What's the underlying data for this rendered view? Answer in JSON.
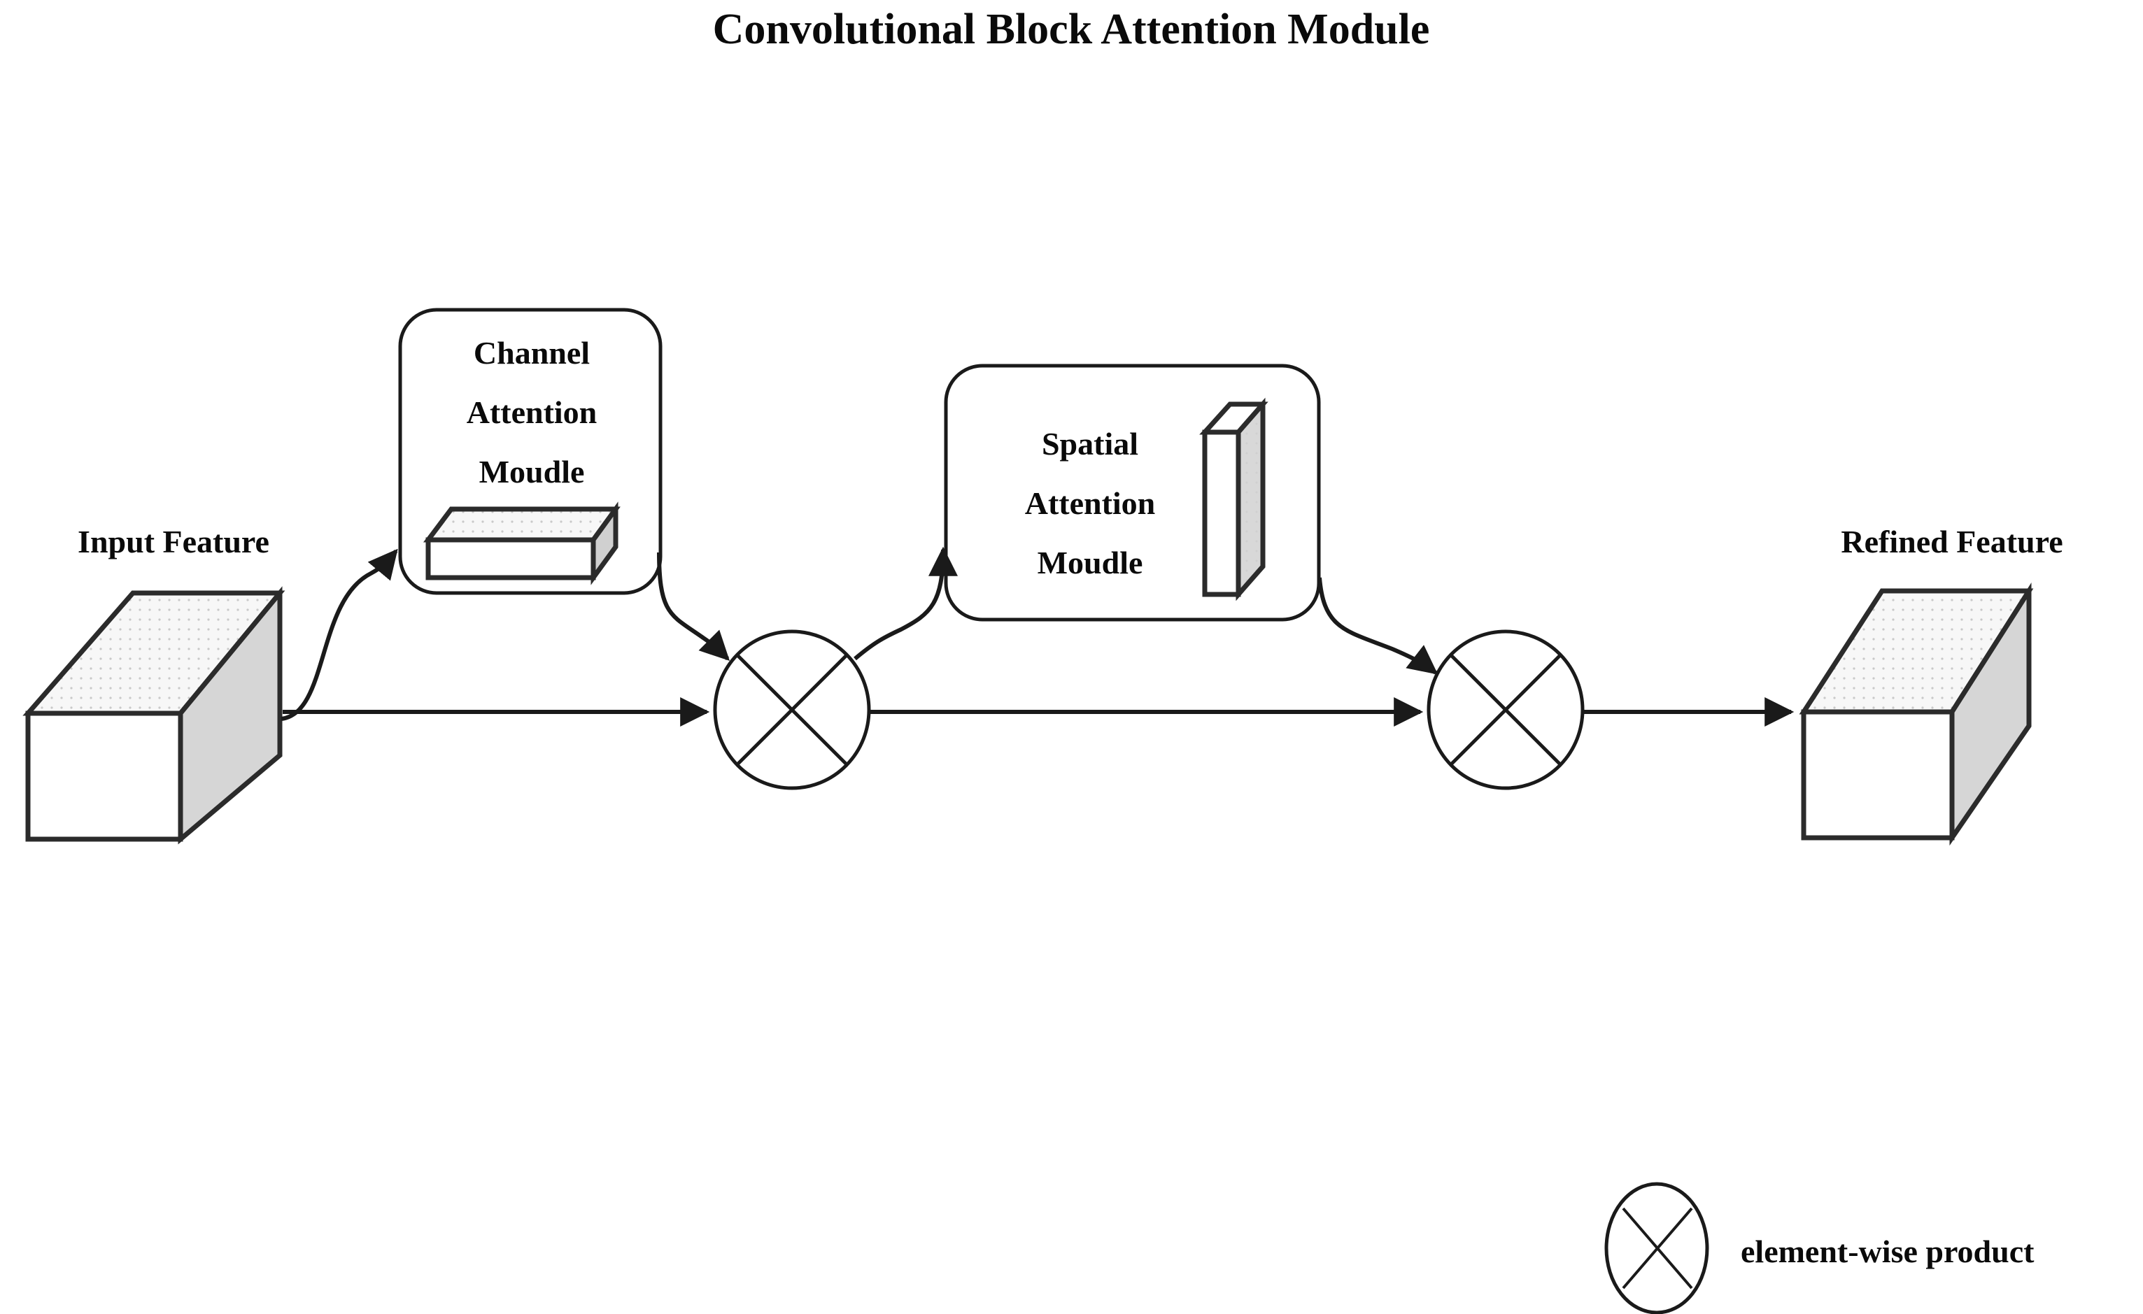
{
  "figure": {
    "title": "Convolutional Block Attention Module",
    "background_color": "#ffffff",
    "stroke_color": "#1a1a1a",
    "cube_front_fill": "#ffffff",
    "cube_top_fill": "#f4f4f4",
    "cube_side_fill": "#d6d6d6"
  },
  "nodes": {
    "input_feature": {
      "label": "Input Feature",
      "icon": "3d-cube"
    },
    "channel_module": {
      "line1": "Channel",
      "line2": "Attention",
      "line3": "Moudle",
      "icon": "3d-flat-slab"
    },
    "spatial_module": {
      "line1": "Spatial",
      "line2": "Attention",
      "line3": "Moudle",
      "icon": "3d-tall-slab"
    },
    "refined_feature": {
      "label": "Refined Feature",
      "icon": "3d-cube"
    },
    "multiply_1": {
      "symbol": "circle-x",
      "meaning": "element-wise product"
    },
    "multiply_2": {
      "symbol": "circle-x",
      "meaning": "element-wise product"
    }
  },
  "legend": {
    "symbol": "circle-x",
    "text": "element-wise product"
  },
  "edges": [
    {
      "from": "input_feature",
      "to": "channel_module",
      "style": "curved-arrow"
    },
    {
      "from": "input_feature",
      "to": "multiply_1",
      "style": "straight-arrow"
    },
    {
      "from": "channel_module",
      "to": "multiply_1",
      "style": "curved-arrow"
    },
    {
      "from": "multiply_1",
      "to": "spatial_module",
      "style": "curved-arrow"
    },
    {
      "from": "multiply_1",
      "to": "multiply_2",
      "style": "straight-arrow"
    },
    {
      "from": "spatial_module",
      "to": "multiply_2",
      "style": "curved-arrow"
    },
    {
      "from": "multiply_2",
      "to": "refined_feature",
      "style": "straight-arrow"
    }
  ]
}
